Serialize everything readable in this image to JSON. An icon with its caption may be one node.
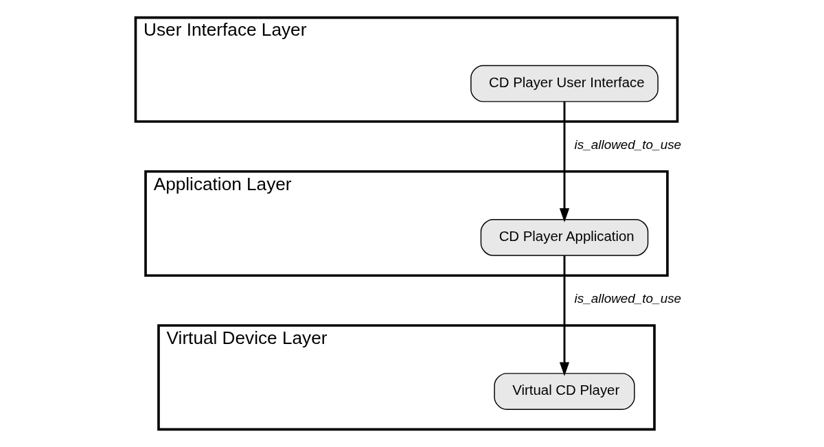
{
  "diagram": {
    "nodes": [
      {
        "text": [
          "User Interface Layer"
        ]
      },
      {
        "text": [
          "CD Player User Interface"
        ],
        "in": 0
      },
      {
        "text": [
          "Application Layer"
        ]
      },
      {
        "text": [
          "CD Player Application"
        ],
        "in": 2
      },
      {
        "text": [
          "Virtual Device Layer"
        ]
      },
      {
        "text": [
          "Virtual CD Player"
        ],
        "in": 4
      }
    ],
    "edges": [
      {
        "from": 1,
        "to": 3,
        "arrow": "to",
        "label": "is_allowed_to_use"
      },
      {
        "from": 3,
        "to": 5,
        "arrow": "to",
        "label": "is_allowed_to_use"
      }
    ]
  }
}
